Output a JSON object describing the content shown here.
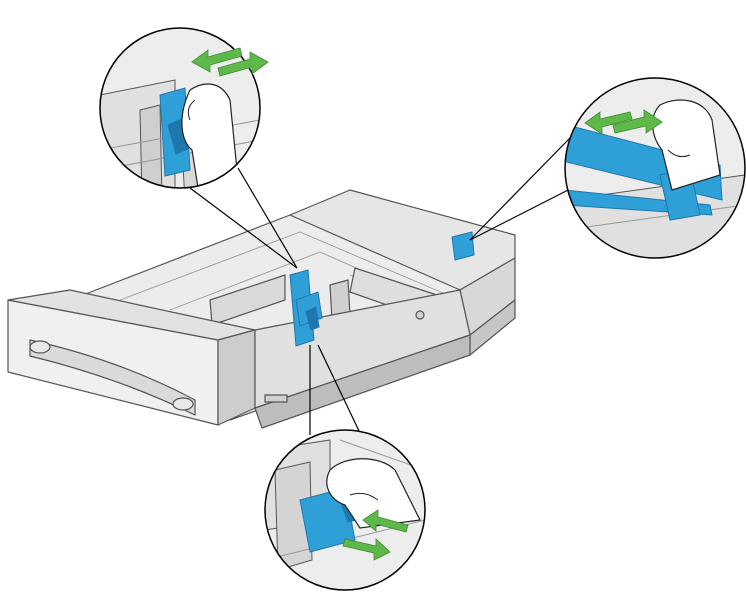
{
  "figure": {
    "description_visible_text": "",
    "colors": {
      "guide_blue": "#2f9fd8",
      "guide_blue_dark": "#1f78ad",
      "arrow_green": "#5fb84a",
      "tray_body": "#e4e4e4",
      "tray_edge": "#555555",
      "tray_shadow": "#b9b9b9",
      "front_panel": "#eeeeee",
      "callout_bg": "#f2f2f2"
    },
    "callouts": [
      {
        "name": "callout-top-left",
        "subject": "side-guide-slide"
      },
      {
        "name": "callout-right",
        "subject": "length-guide-slide"
      },
      {
        "name": "callout-bottom",
        "subject": "side-guide-slide-lower"
      }
    ],
    "icons": [
      "hand-icon",
      "double-arrow-icon",
      "paper-tray-icon"
    ]
  }
}
